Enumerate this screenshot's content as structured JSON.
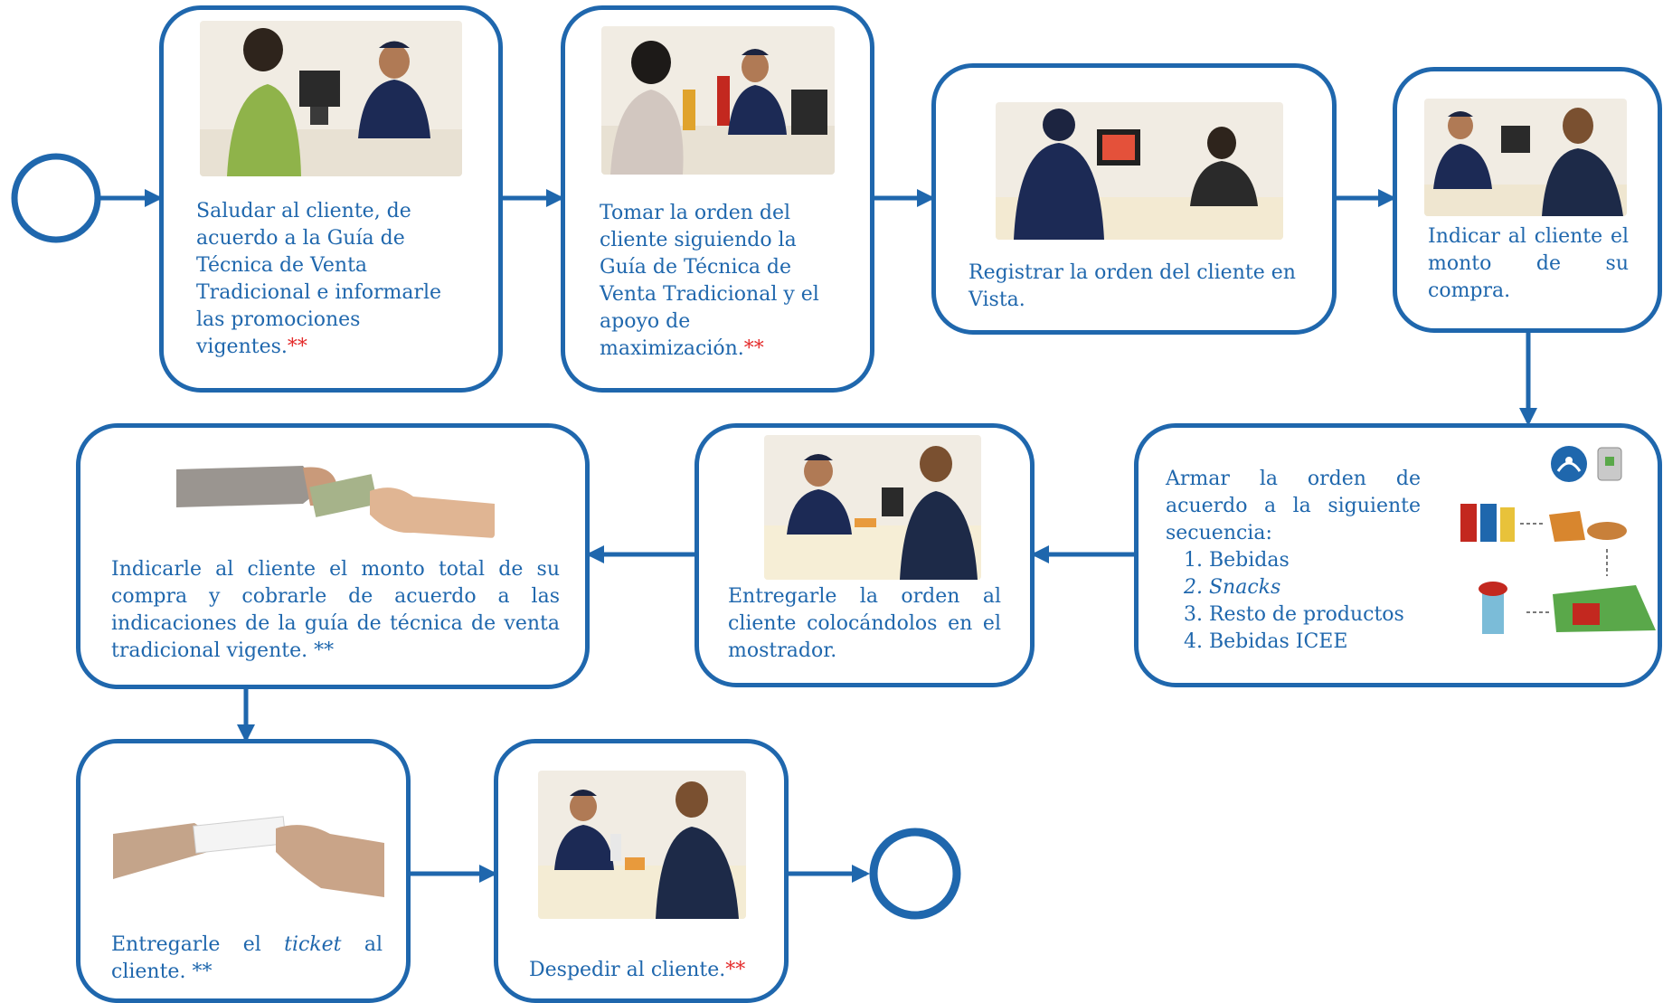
{
  "colors": {
    "accent": "#1f67ad",
    "asterisk_red": "#e42b2b"
  },
  "steps": {
    "s1": {
      "text": "Saludar al cliente, de acuerdo a la Guía de Técnica de Venta Tradicional  e informarle las promociones vigentes.",
      "mark": "**"
    },
    "s2": {
      "text": "Tomar la orden del cliente siguiendo la Guía de Técnica de Venta Tradicional  y el apoyo de maximización.",
      "mark": "**"
    },
    "s3": {
      "text": "Registrar la orden del cliente en Vista."
    },
    "s4": {
      "text": "Indicar al cliente el monto de su compra."
    },
    "s5": {
      "intro": "Armar la orden de acuerdo a la siguiente secuencia:",
      "items": [
        "1. Bebidas",
        "2. Snacks",
        "3. Resto de productos",
        "4. Bebidas ICEE"
      ]
    },
    "s6": {
      "text": "Entregarle la orden al cliente colocándolos en el mostrador."
    },
    "s7": {
      "text": "Indicarle al cliente el monto total de su compra y cobrarle de acuerdo a las indicaciones de la guía de técnica de venta tradicional vigente.",
      "mark": "**"
    },
    "s8": {
      "text_a": "Entregarle el",
      "text_em": "ticket",
      "text_b": "al cliente.",
      "mark": "**"
    },
    "s9": {
      "text": "Despedir al cliente.",
      "mark": "**"
    }
  }
}
